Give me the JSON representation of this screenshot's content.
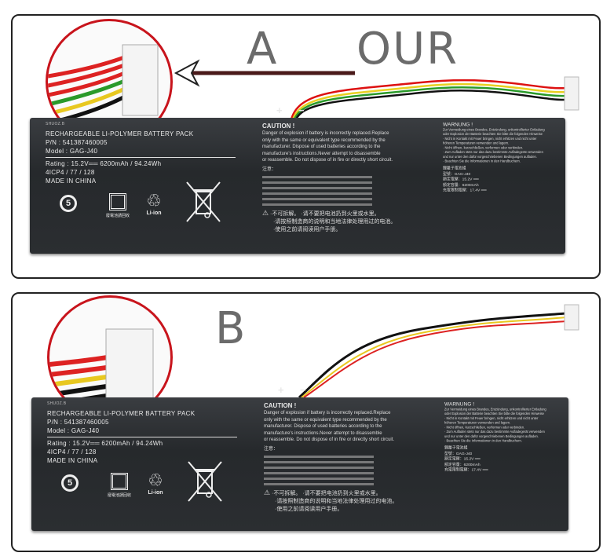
{
  "panel_a": {
    "letter": "A",
    "word": "OUR"
  },
  "panel_b": {
    "letter": "B"
  },
  "battery": {
    "brand": "SHUOZ.B",
    "title": "RECHARGEABLE LI-POLYMER BATTERY PACK",
    "pn": "P/N : 541387460005",
    "model": "Model : GAG-J40",
    "rating": "Rating : 15.2V══ 6200mAh / 94.24Wh",
    "cells": "4ICP4 / 77 / 128",
    "origin": "MADE IN CHINA",
    "recycle_cn": "廢電池請回收",
    "liion": "Li-ion",
    "rohs": "5",
    "plus": "+",
    "minus": "−",
    "caution_title": "CAUTION !",
    "caution_lines": [
      "Danger of explosion if battery is incorrectly replaced.Replace",
      "only with the same or equivalent type recommended by the",
      "manufacturer. Dispose of used batteries according to the",
      "manufacture's instructions.Never attempt to disassemble",
      "or reassemble. Do not dispose of in fire or directly short circuit."
    ],
    "note_cn": "注意：",
    "warn_cn": [
      "·不可拆解。 ·请不要把电池扔到火里或水里。",
      "·请按照制造商的说明和当地法律处理用过的电池。",
      "·使用之前请阅读用户手册。"
    ],
    "warnung_title": "WARNUNG !",
    "warnung_lines": [
      "Zur Vermeidung eines Brandes, Entzündung, unkontrollierter Entladung",
      "oder Explosion der Batterie beachten Sie bitte die folgenden Hinweise",
      "· Nicht in Kontakt mit Feuer bringen, nicht erhitzen und nicht unter",
      "höheren Temperaturen verwenden und lagern.",
      "· Nicht öffnen, kurzschließen, verformen oder verbinden.",
      "· Zum Aufladen stets nur das dazu bestimmte Aufladegerät verwenden",
      "und nur unter den dafür vorgeschriebenen Bedingungen aufladen.",
      "· Beachten Sie die Informationen in den Handbuchern."
    ],
    "spec_cn": [
      "鋰離子電池組",
      "型號：GAG-J40",
      "額定電壓：15.2V ══",
      "額定容量：6200mAh",
      "充電限制電壓：17.4V ══"
    ]
  }
}
